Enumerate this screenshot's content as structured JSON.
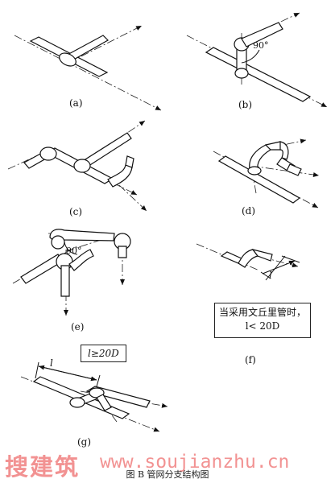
{
  "labels": {
    "a": "(a)",
    "b": "(b)",
    "c": "(c)",
    "d": "(d)",
    "e": "(e)",
    "f": "(f)",
    "g": "(g)"
  },
  "angles": {
    "b": "90°",
    "e": "90°"
  },
  "dims": {
    "f_l": "l",
    "g_l": "l"
  },
  "notes": {
    "g_box": "l≥20D",
    "f_box_line1": "当采用文丘里管时，",
    "f_box_line2": "l< 20D"
  },
  "watermark": {
    "cn": "搜建筑",
    "url": "www.soujianzhu.cn"
  },
  "caption": "图 B   管网分支结构图"
}
